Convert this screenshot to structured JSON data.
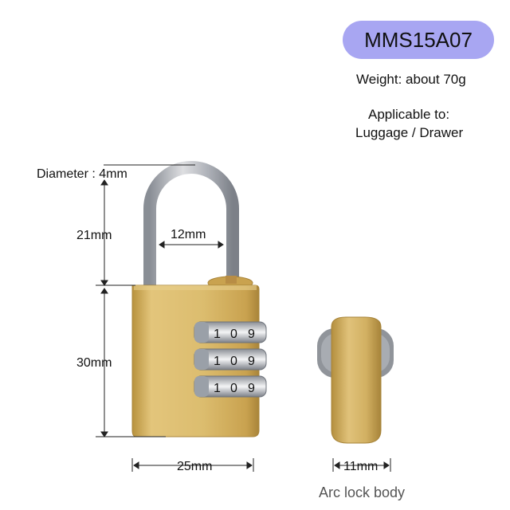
{
  "product": {
    "model": "MMS15A07",
    "weight": "Weight: about 70g",
    "applicable_title": "Applicable to:",
    "applicable_items": "Luggage / Drawer"
  },
  "dimensions": {
    "diameter": "Diameter : 4mm",
    "shackle_height": "21mm",
    "shackle_width": "12mm",
    "body_height": "30mm",
    "body_width": "25mm",
    "body_thickness": "11mm"
  },
  "dials": {
    "row1": [
      "1",
      "0",
      "9"
    ],
    "row2": [
      "1",
      "0",
      "9"
    ],
    "row3": [
      "1",
      "0",
      "9"
    ]
  },
  "caption": "Arc lock body",
  "colors": {
    "pill": "#a8a6f2",
    "brass": "#d9b96a",
    "chrome": "#c9ccd2"
  }
}
